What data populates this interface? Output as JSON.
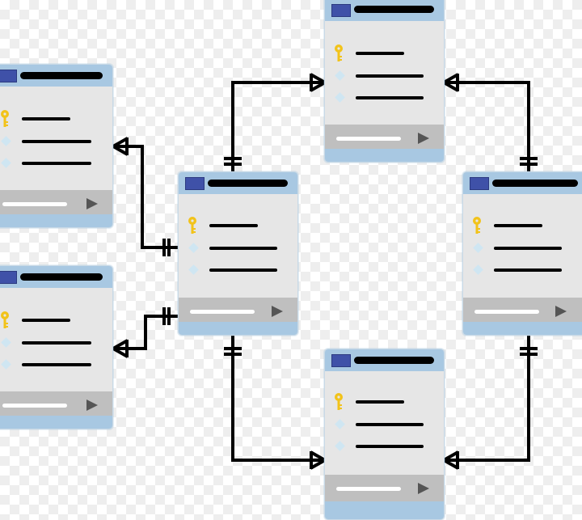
{
  "diagram": {
    "type": "entity-relationship",
    "colors": {
      "header": "#a8c8e2",
      "header_square": "#3f51a8",
      "body": "#e6e6e6",
      "footer": "#bfbfbf",
      "key": "#f2c31a",
      "diamond": "#cfe6f2",
      "connector": "#000000"
    },
    "tables": [
      {
        "id": "left-top",
        "fields": [
          "primary-key",
          "attribute",
          "attribute"
        ]
      },
      {
        "id": "left-bottom",
        "fields": [
          "primary-key",
          "attribute",
          "attribute"
        ]
      },
      {
        "id": "center",
        "fields": [
          "primary-key",
          "attribute",
          "attribute"
        ]
      },
      {
        "id": "top",
        "fields": [
          "primary-key",
          "attribute",
          "attribute"
        ]
      },
      {
        "id": "right",
        "fields": [
          "primary-key",
          "attribute",
          "attribute"
        ]
      },
      {
        "id": "bottom",
        "fields": [
          "primary-key",
          "attribute",
          "attribute"
        ]
      }
    ],
    "relationships": [
      {
        "from": "left-top",
        "to": "center",
        "from_end": "one-to-many",
        "to_end": "one-and-only-one"
      },
      {
        "from": "left-bottom",
        "to": "center",
        "from_end": "one-to-many",
        "to_end": "one-and-only-one"
      },
      {
        "from": "center",
        "to": "top",
        "from_end": "one-and-only-one",
        "to_end": "one-to-many"
      },
      {
        "from": "center",
        "to": "bottom",
        "from_end": "one-and-only-one",
        "to_end": "one-to-many"
      },
      {
        "from": "right",
        "to": "top",
        "from_end": "one-and-only-one",
        "to_end": "one-to-many"
      },
      {
        "from": "right",
        "to": "bottom",
        "from_end": "one-and-only-one",
        "to_end": "one-to-many"
      }
    ]
  }
}
